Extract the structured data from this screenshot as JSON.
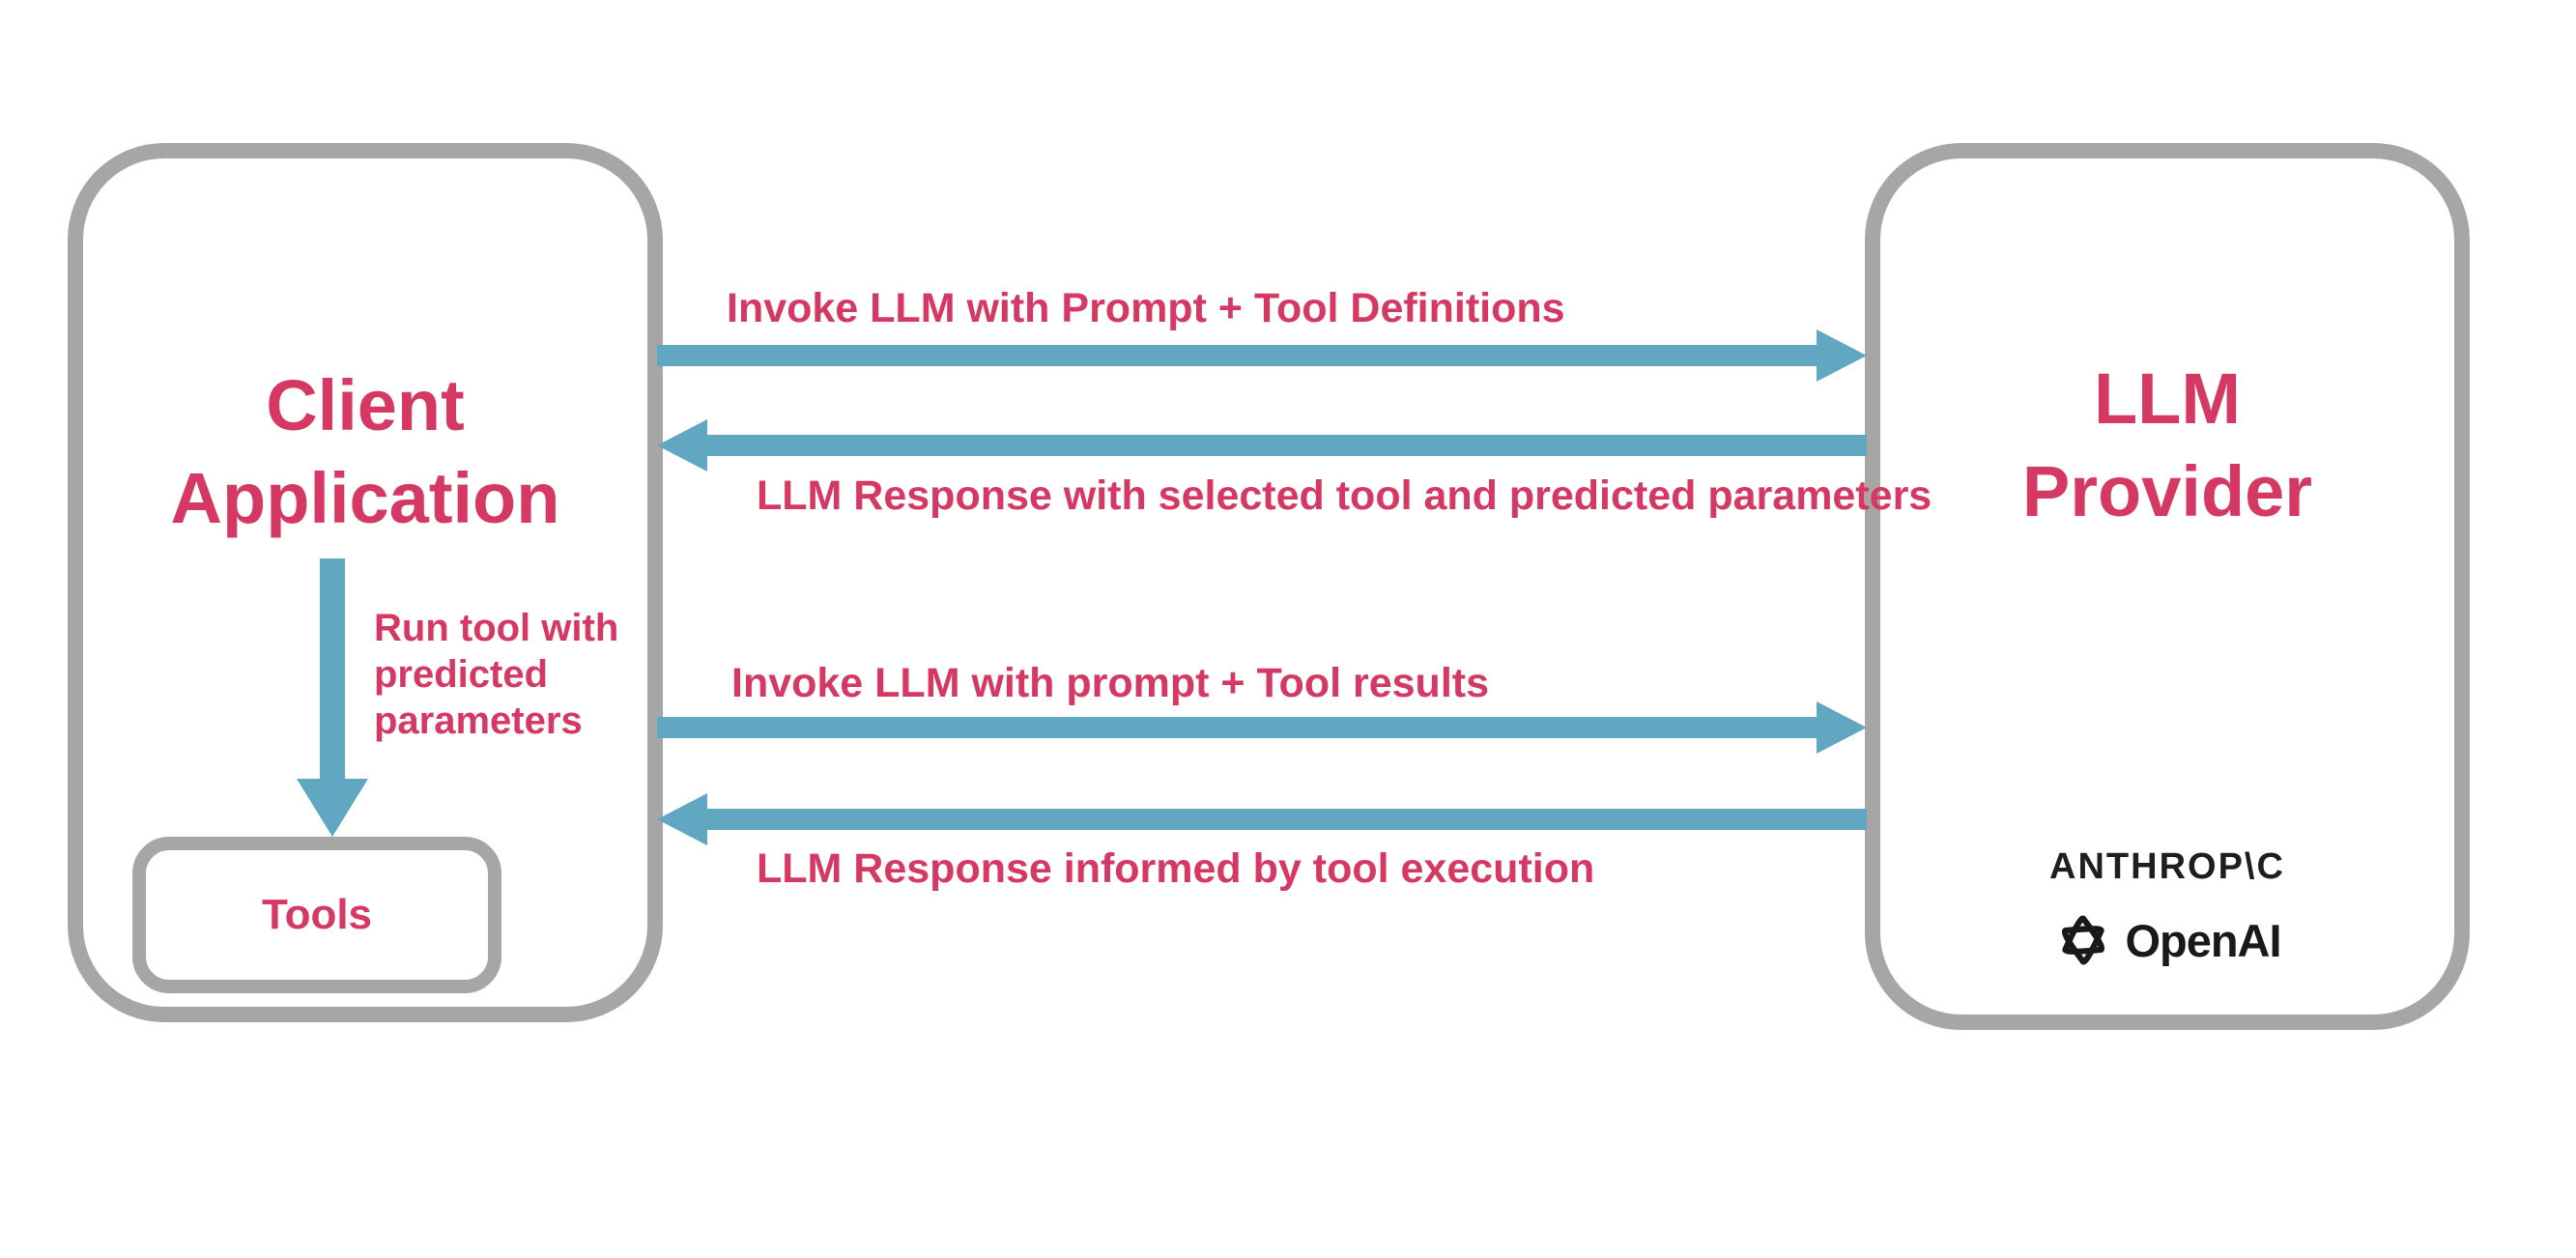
{
  "diagram_title": "LLM tool-use sequence between a client application and an LLM provider",
  "colors": {
    "accent_pink": "#d63864",
    "arrow_blue": "#62a7c2",
    "border_gray": "#a6a6a6",
    "logo_black": "#1e1e1e",
    "background": "#ffffff"
  },
  "client_box": {
    "title_line1": "Client",
    "title_line2": "Application",
    "tools_label": "Tools",
    "run_tool_label": "Run tool with\npredicted\nparameters"
  },
  "provider_box": {
    "title_line1": "LLM",
    "title_line2": "Provider",
    "anthropic_logo_text": "ANTHROP\\C",
    "openai_logo_text": "OpenAI"
  },
  "flows": [
    {
      "label": "Invoke LLM with Prompt + Tool Definitions",
      "direction": "left-to-right"
    },
    {
      "label": "LLM Response with selected tool and predicted parameters",
      "direction": "right-to-left"
    },
    {
      "label": "Invoke LLM with prompt + Tool results",
      "direction": "left-to-right"
    },
    {
      "label": "LLM Response informed by tool execution",
      "direction": "right-to-left"
    }
  ],
  "internal_flow": {
    "from": "Client Application",
    "to": "Tools",
    "direction": "top-to-bottom"
  }
}
